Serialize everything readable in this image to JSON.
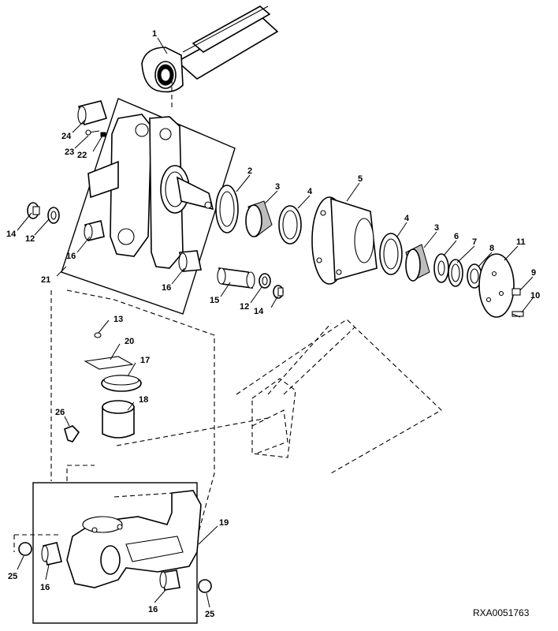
{
  "figure_code": "RXA0051763",
  "callouts": [
    {
      "id": "c1",
      "text": "1"
    },
    {
      "id": "c2",
      "text": "2"
    },
    {
      "id": "c3a",
      "text": "3"
    },
    {
      "id": "c4a",
      "text": "4"
    },
    {
      "id": "c5",
      "text": "5"
    },
    {
      "id": "c4b",
      "text": "4"
    },
    {
      "id": "c3b",
      "text": "3"
    },
    {
      "id": "c6",
      "text": "6"
    },
    {
      "id": "c7",
      "text": "7"
    },
    {
      "id": "c8",
      "text": "8"
    },
    {
      "id": "c11",
      "text": "11"
    },
    {
      "id": "c9",
      "text": "9"
    },
    {
      "id": "c10",
      "text": "10"
    },
    {
      "id": "c24",
      "text": "24"
    },
    {
      "id": "c23",
      "text": "23"
    },
    {
      "id": "c22",
      "text": "22"
    },
    {
      "id": "c14a",
      "text": "14"
    },
    {
      "id": "c12a",
      "text": "12"
    },
    {
      "id": "c16a",
      "text": "16"
    },
    {
      "id": "c21",
      "text": "21"
    },
    {
      "id": "c16b",
      "text": "16"
    },
    {
      "id": "c15",
      "text": "15"
    },
    {
      "id": "c12b",
      "text": "12"
    },
    {
      "id": "c14b",
      "text": "14"
    },
    {
      "id": "c13",
      "text": "13"
    },
    {
      "id": "c20",
      "text": "20"
    },
    {
      "id": "c17",
      "text": "17"
    },
    {
      "id": "c18",
      "text": "18"
    },
    {
      "id": "c26",
      "text": "26"
    },
    {
      "id": "c19",
      "text": "19"
    },
    {
      "id": "c25a",
      "text": "25"
    },
    {
      "id": "c16c",
      "text": "16"
    },
    {
      "id": "c16d",
      "text": "16"
    },
    {
      "id": "c25b",
      "text": "25"
    }
  ]
}
